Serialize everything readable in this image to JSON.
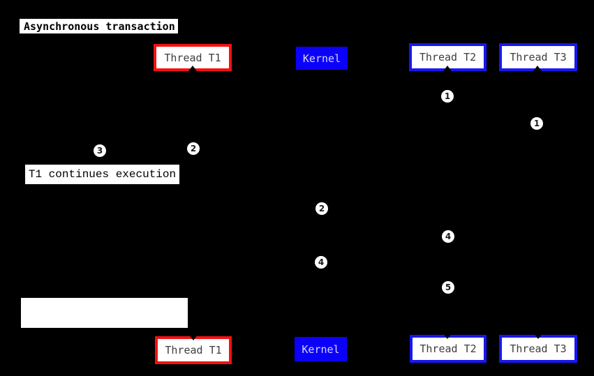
{
  "diagram": {
    "title": "Asynchronous transaction",
    "kind": "sequence-diagram"
  },
  "participants": {
    "thread_t1": {
      "label": "Thread T1"
    },
    "kernel": {
      "label": "Kernel"
    },
    "thread_t2": {
      "label": "Thread T2"
    },
    "thread_t3": {
      "label": "Thread T3"
    }
  },
  "notes": {
    "t1_continues": "T1 continues execution",
    "empty": ""
  },
  "markers": [
    {
      "step": "1"
    },
    {
      "step": "1"
    },
    {
      "step": "2"
    },
    {
      "step": "3"
    },
    {
      "step": "2"
    },
    {
      "step": "4"
    },
    {
      "step": "4"
    },
    {
      "step": "5"
    }
  ],
  "colors": {
    "background": "#000000",
    "thread_t1_border": "#f41111",
    "thread_t2_border": "#1717f0",
    "thread_t3_border": "#1717f0",
    "kernel_background": "#0b00fa",
    "kernel_text": "#d6d6ff",
    "participant_text": "#3d3d3d",
    "note_background": "#ffffff",
    "note_text": "#000000",
    "marker_background": "#ffffff",
    "marker_text": "#1a1a1a"
  }
}
